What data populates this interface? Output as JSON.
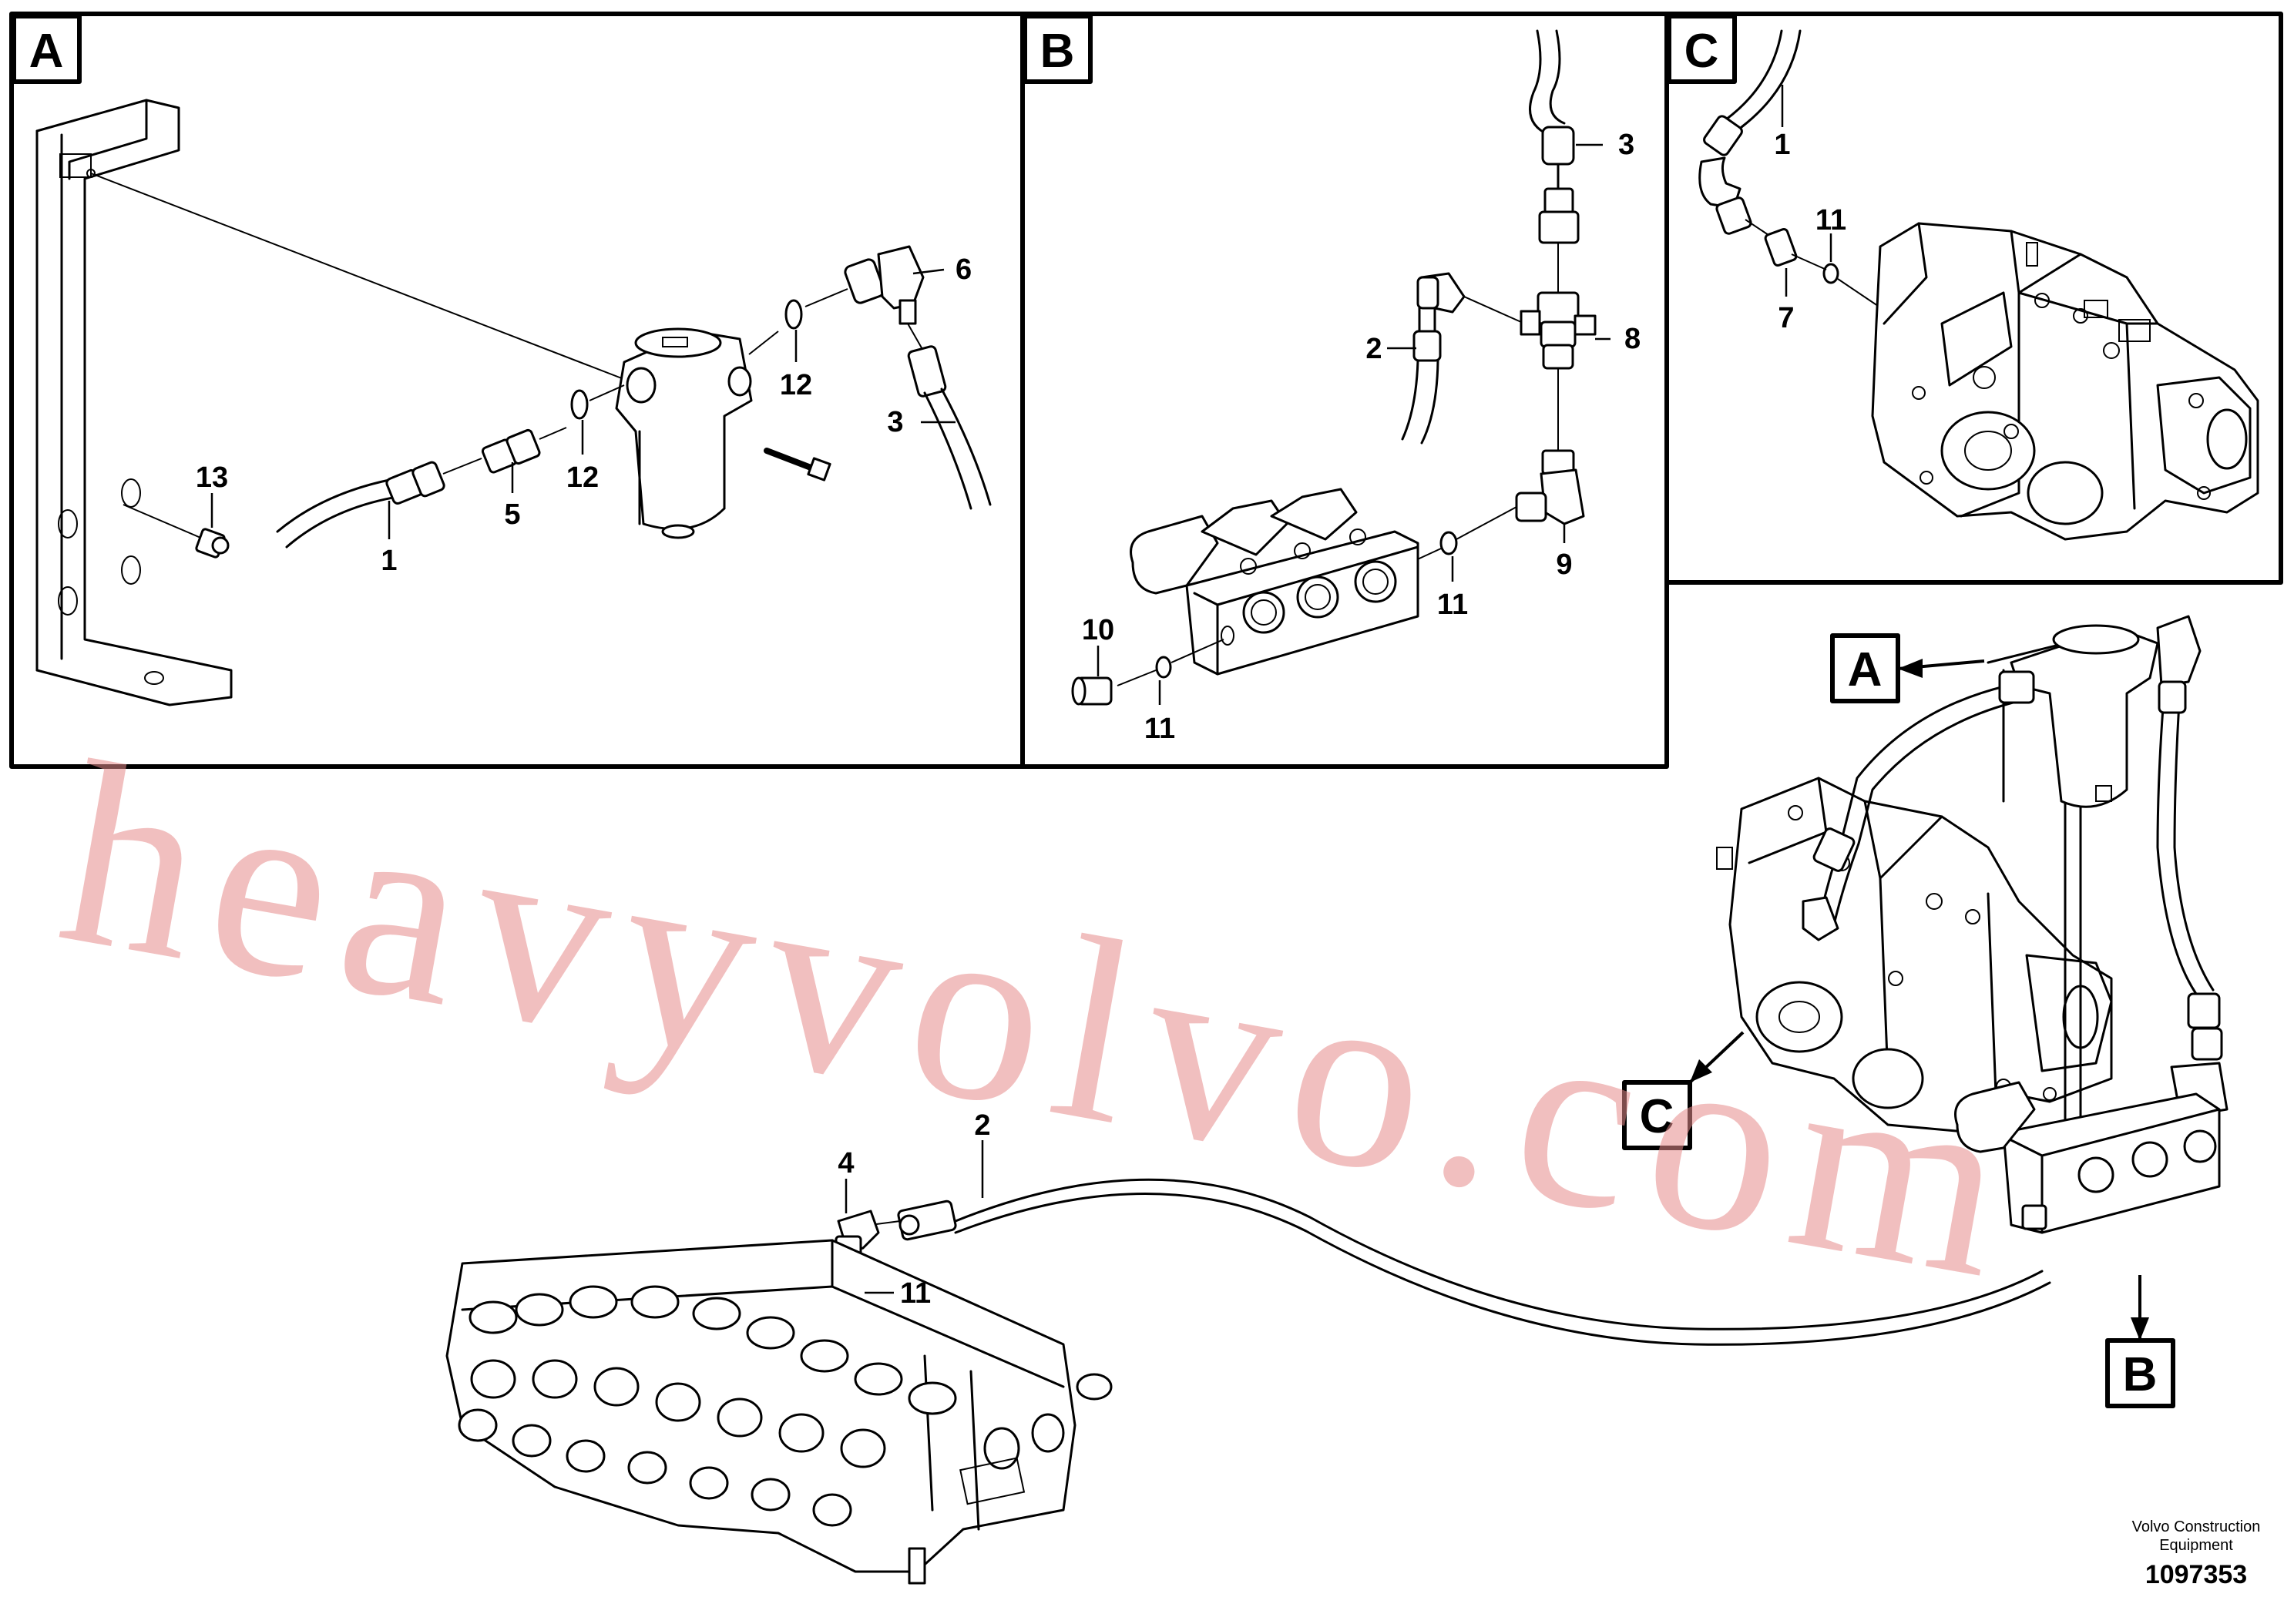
{
  "panels": [
    {
      "id": "A",
      "label": "A"
    },
    {
      "id": "B",
      "label": "B"
    },
    {
      "id": "C",
      "label": "C"
    }
  ],
  "overview_badges": {
    "a": "A",
    "b": "B",
    "c": "C"
  },
  "callouts": {
    "a_1": "1",
    "a_5": "5",
    "a_6": "6",
    "a_12a": "12",
    "a_12b": "12",
    "a_3": "3",
    "a_13": "13",
    "b_3": "3",
    "b_2": "2",
    "b_8": "8",
    "b_9": "9",
    "b_10": "10",
    "b_11a": "11",
    "b_11b": "11",
    "c_1": "1",
    "c_7": "7",
    "c_11": "11",
    "m_4": "4",
    "m_2": "2",
    "m_11": "11"
  },
  "watermark": "heavyvolvo.com",
  "footer": {
    "credit_line1": "Volvo Construction",
    "credit_line2": "Equipment",
    "doc_number": "1097353"
  }
}
